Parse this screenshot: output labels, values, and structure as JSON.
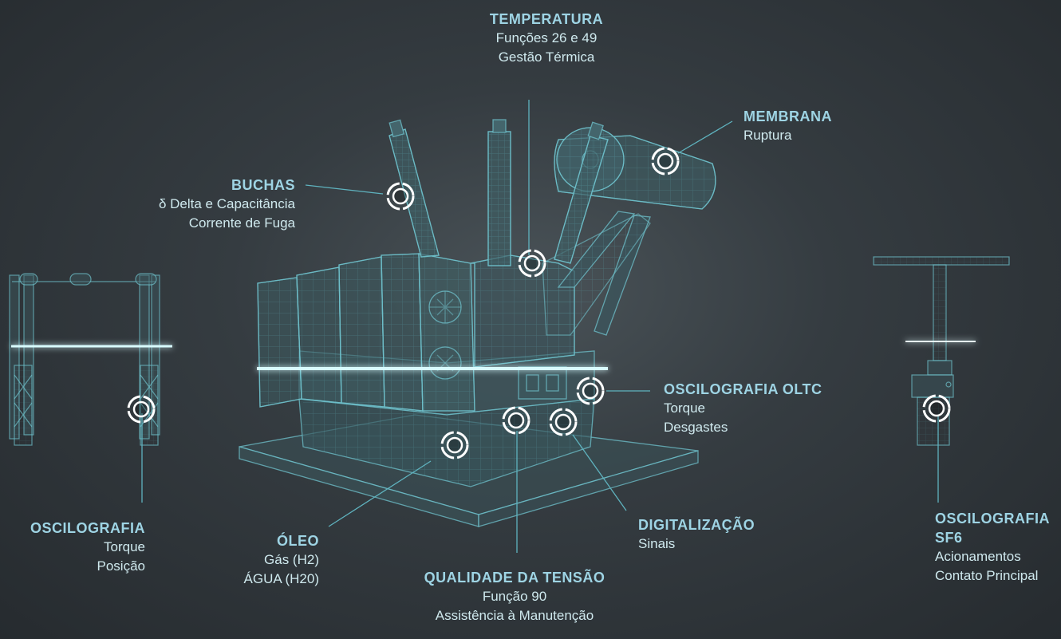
{
  "labels": {
    "temperatura": {
      "title": "TEMPERATURA",
      "lines": [
        "Funções 26 e 49",
        "Gestão Térmica"
      ]
    },
    "membrana": {
      "title": "MEMBRANA",
      "lines": [
        "Ruptura"
      ]
    },
    "buchas": {
      "title": "BUCHAS",
      "lines": [
        "δ Delta e Capacitância",
        "Corrente de Fuga"
      ]
    },
    "oltc": {
      "title": "OSCILOGRAFIA OLTC",
      "lines": [
        "Torque",
        "Desgastes"
      ]
    },
    "oscilografia": {
      "title": "OSCILOGRAFIA",
      "lines": [
        "Torque",
        "Posição"
      ]
    },
    "oleo": {
      "title": "ÓLEO",
      "lines": [
        "Gás (H2)",
        "ÁGUA (H20)"
      ]
    },
    "digitalizacao": {
      "title": "DIGITALIZAÇÃO",
      "lines": [
        "Sinais"
      ]
    },
    "qualidade": {
      "title": "QUALIDADE DA TENSÃO",
      "lines": [
        "Função 90",
        "Assistência à Manutenção"
      ]
    },
    "sf6": {
      "title": "OSCILOGRAFIA",
      "title2": "SF6",
      "lines": [
        "Acionamentos",
        "Contato Principal"
      ]
    }
  },
  "colors": {
    "accent": "#9ed4e4",
    "wire": "#5fb3bf",
    "glow": "#d8fbff",
    "text": "#cfe9ee",
    "bg": "#30363a"
  }
}
